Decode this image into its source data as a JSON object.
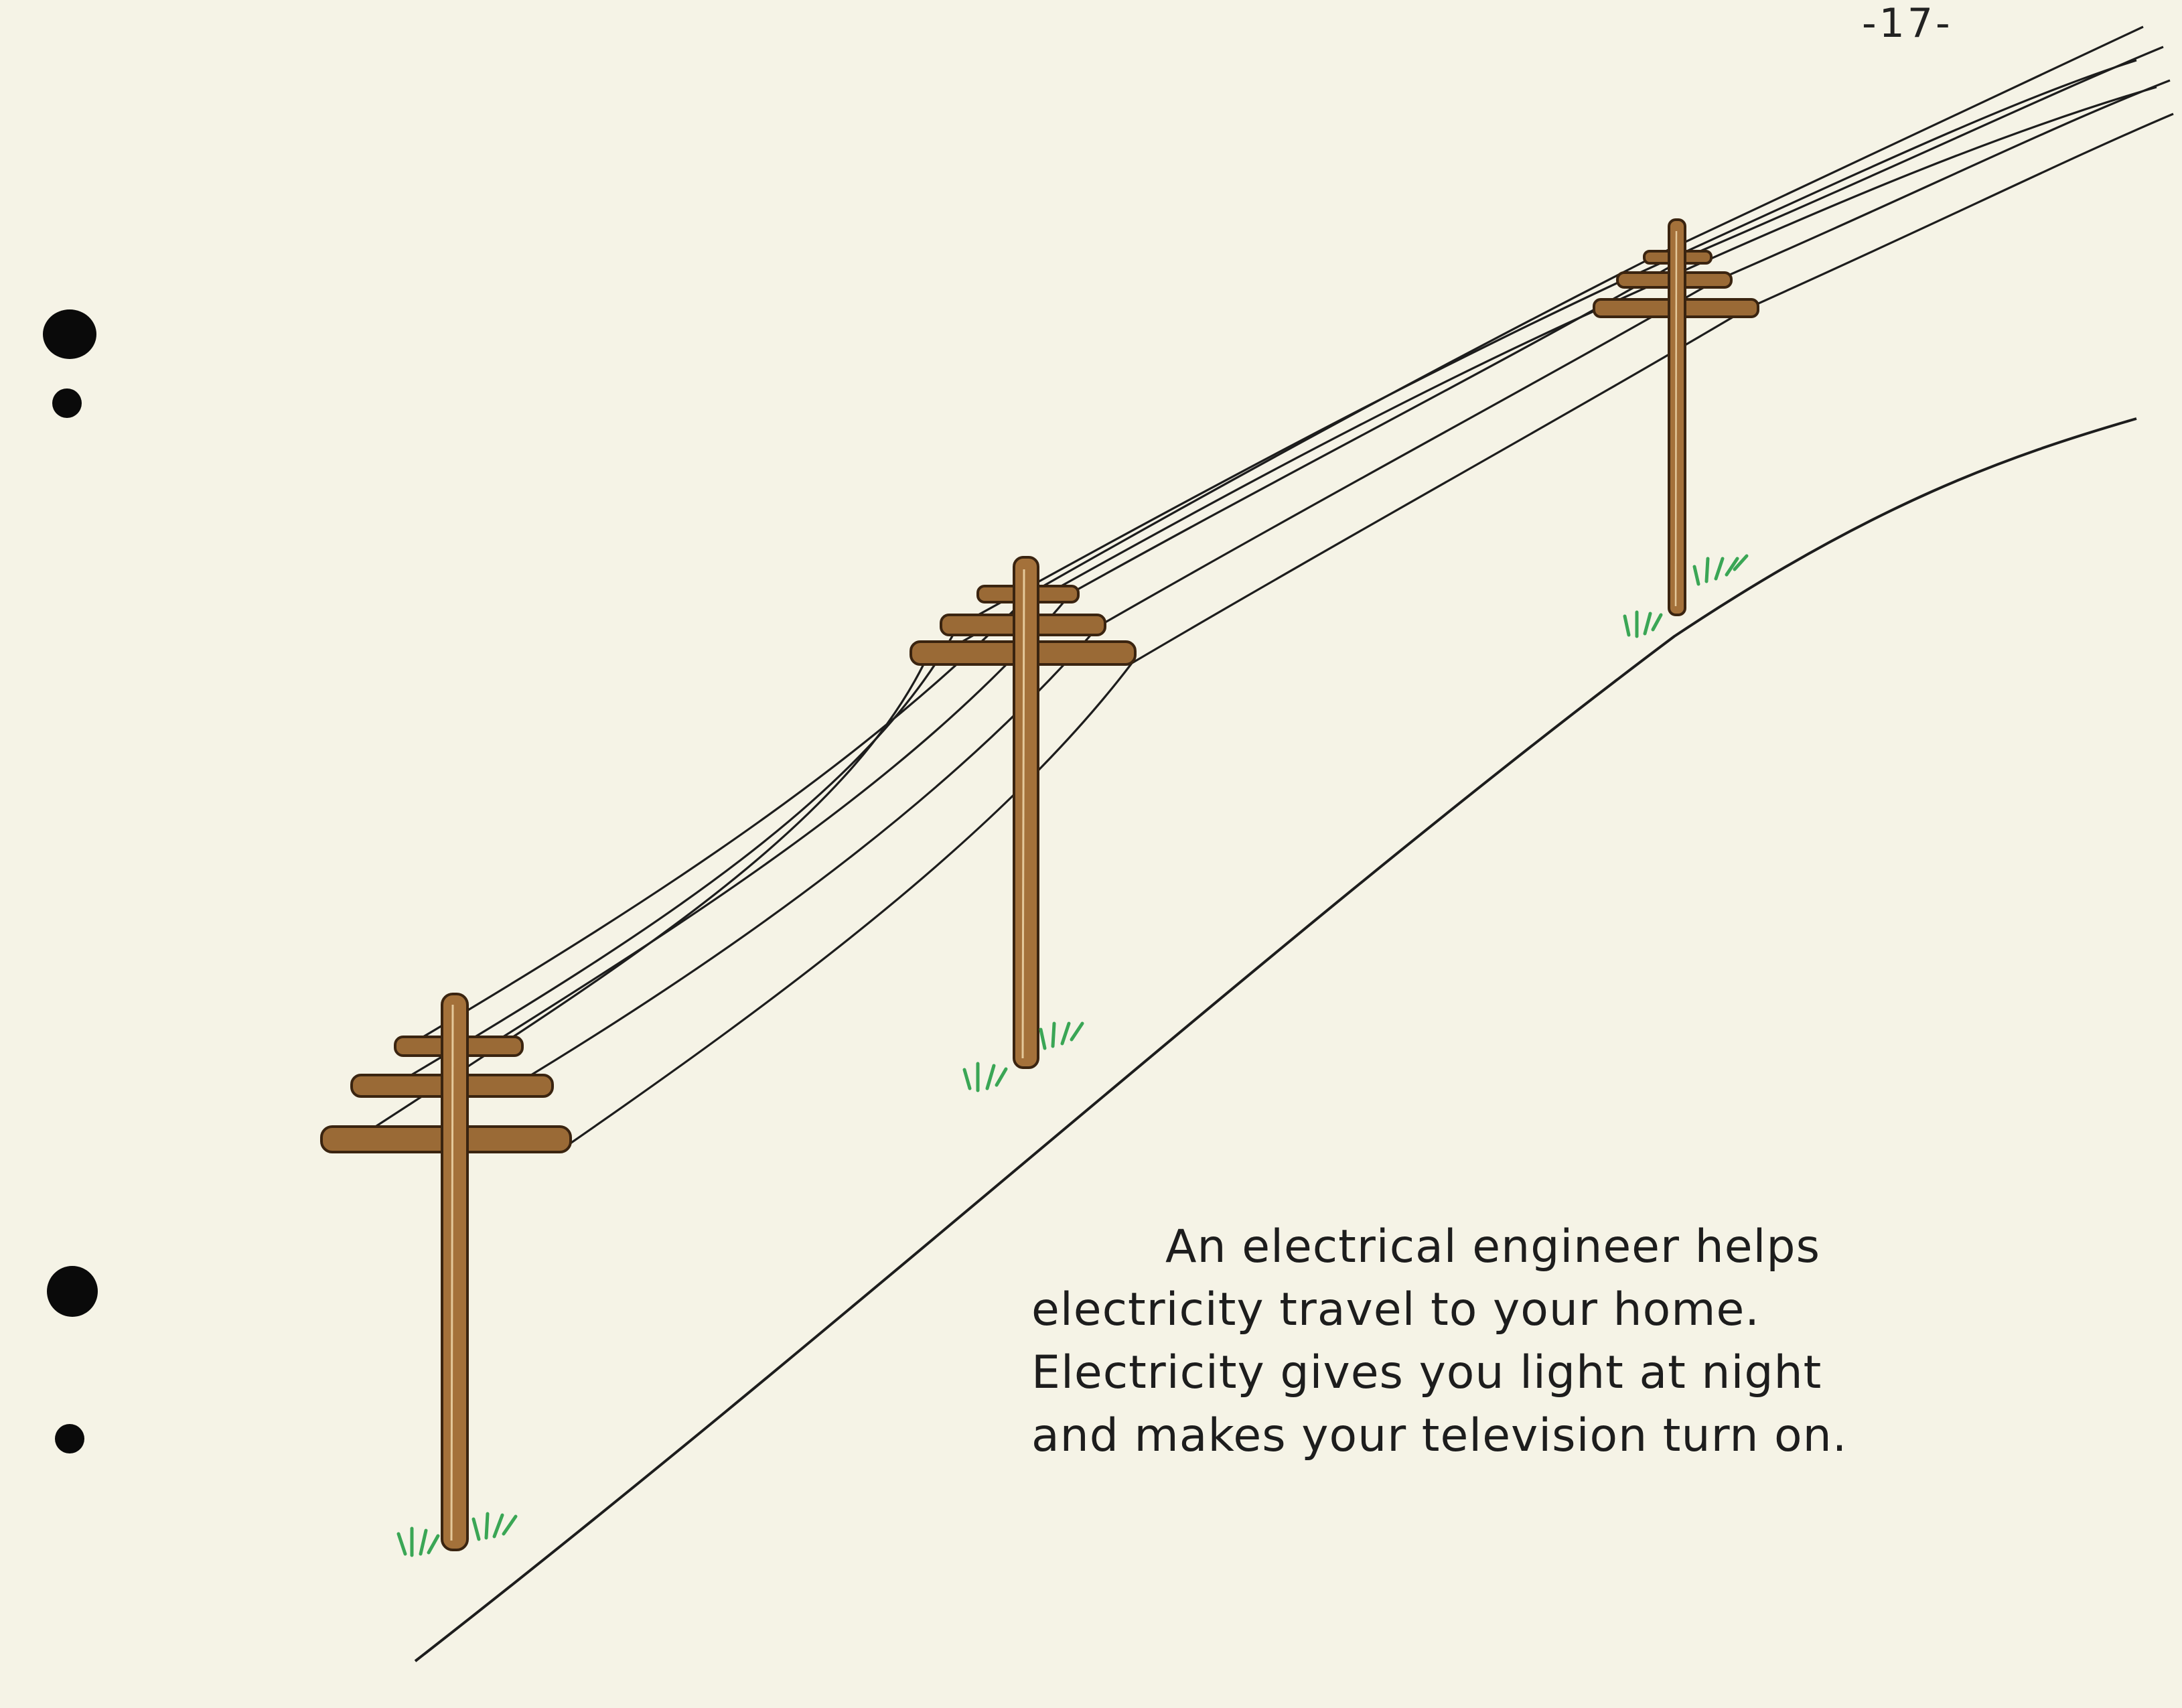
{
  "page": {
    "page_number": "-17-",
    "caption": {
      "lines": [
        "An electrical engineer helps",
        "electricity travel to your home.",
        "Electricity gives you light at night",
        "and makes your television turn on."
      ]
    }
  },
  "colors": {
    "paper": "#f5f3e6",
    "ink": "#1d1d1d",
    "wood": "#9a6a36",
    "wood_dark": "#5a3a18",
    "grass": "#3aa655"
  }
}
